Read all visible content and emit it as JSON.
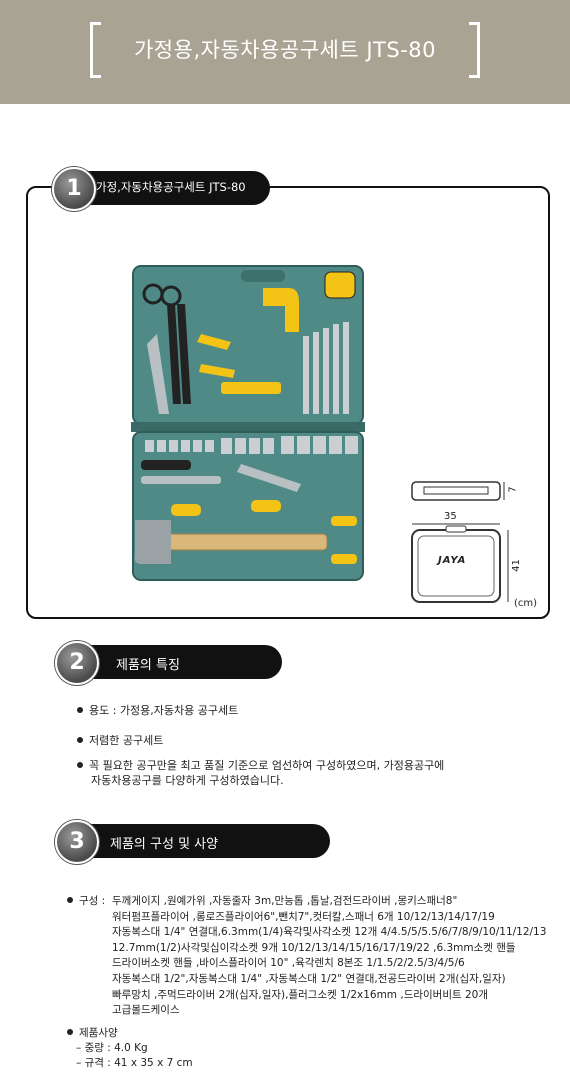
{
  "header": {
    "title": "가정용,자동차용공구세트 JTS-80"
  },
  "product": {
    "number": "1",
    "label": "가정,자동차용공구세트 JTS-80",
    "dims": {
      "depth": "7",
      "width": "35",
      "height": "41",
      "unit": "(cm)",
      "case_brand": "JAYA"
    }
  },
  "features": {
    "number": "2",
    "title": "제품의 특징",
    "items": [
      "용도 : 가정용,자동차용 공구세트",
      "저렴한 공구세트",
      "꼭 필요한 공구만을 최고 품질 기준으로 엄선하여 구성하였으며, 가정용공구에",
      "자동차용공구를 다양하게 구성하였습니다."
    ]
  },
  "specs": {
    "number": "3",
    "title": "제품의 구성 및 사양",
    "composition_label": "구성 :",
    "composition_lines": [
      "두께게이지 ,원예가위 ,자동줄자 3m,만능톱 ,톱날,검전드라이버 ,몽키스패너8\"",
      "워터펌프플라이어 ,롱로즈플라이어6\",뺀치7\",컷터칼,스패너 6개 10/12/13/14/17/19",
      "자동복스대 1/4\" 연결대,6.3mm(1/4)육각및사각소켓 12개 4/4.5/5/5.5/6/7/8/9/10/11/12/13",
      "12.7mm(1/2)사각및십이각소켓 9개 10/12/13/14/15/16/17/19/22 ,6.3mm소켓 핸들",
      "드라이버소켓 핸들 ,바이스플라이어 10\" ,육각렌치 8본조 1/1.5/2/2.5/3/4/5/6",
      "자동복스대 1/2\",자동복스대 1/4\" ,자동복스대 1/2\" 연결대,전공드라이버 2개(십자,일자)",
      "빠루망치 ,주먹드라이버 2개(십자,일자),플러그소켓 1/2x16mm ,드라이버비트 20개",
      "고급몰드케이스"
    ],
    "spec_label": "제품사양",
    "spec_items": [
      "– 중량 : 4.0 Kg",
      "– 규격 : 41 x 35 x 7 cm"
    ]
  }
}
